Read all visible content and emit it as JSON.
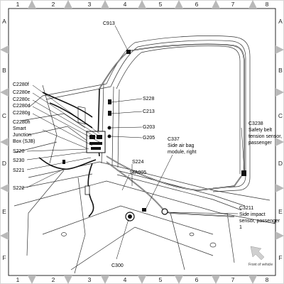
{
  "grid": {
    "columns": [
      "1",
      "2",
      "3",
      "4",
      "5",
      "6",
      "7",
      "8"
    ],
    "rows": [
      "A",
      "B",
      "C",
      "D",
      "E",
      "F"
    ]
  },
  "callouts": {
    "c913": "C913",
    "c2280f": "C2280f",
    "c2280e": "C2280e",
    "c2280c": "C2280c",
    "c2280d": "C2280d",
    "c2280g": "C2280g",
    "c2280h": "C2280h",
    "sjb1": "Smart",
    "sjb2": "Junction",
    "sjb3": "Box (SJB)",
    "s228": "S228",
    "c213": "C213",
    "g203": "G203",
    "g205": "G205",
    "c337": "C337",
    "c337_d1": "Side air bag",
    "c337_d2": "module, right",
    "s220": "S220",
    "s230": "S230",
    "s221": "S221",
    "s222": "S222",
    "s224": "S224",
    "a14a005": "14A005",
    "c3238": "C3238",
    "c3238_d1": "Safety belt",
    "c3238_d2": "tension sensor,",
    "c3238_d3": "passenger",
    "c3211": "C3211",
    "c3211_d1": "Side impact",
    "c3211_d2": "sensor, passenger",
    "c3211_d3": "1",
    "c300": "C300"
  },
  "orientation": {
    "label": "Front of vehicle",
    "icon": "arrow-icon"
  }
}
